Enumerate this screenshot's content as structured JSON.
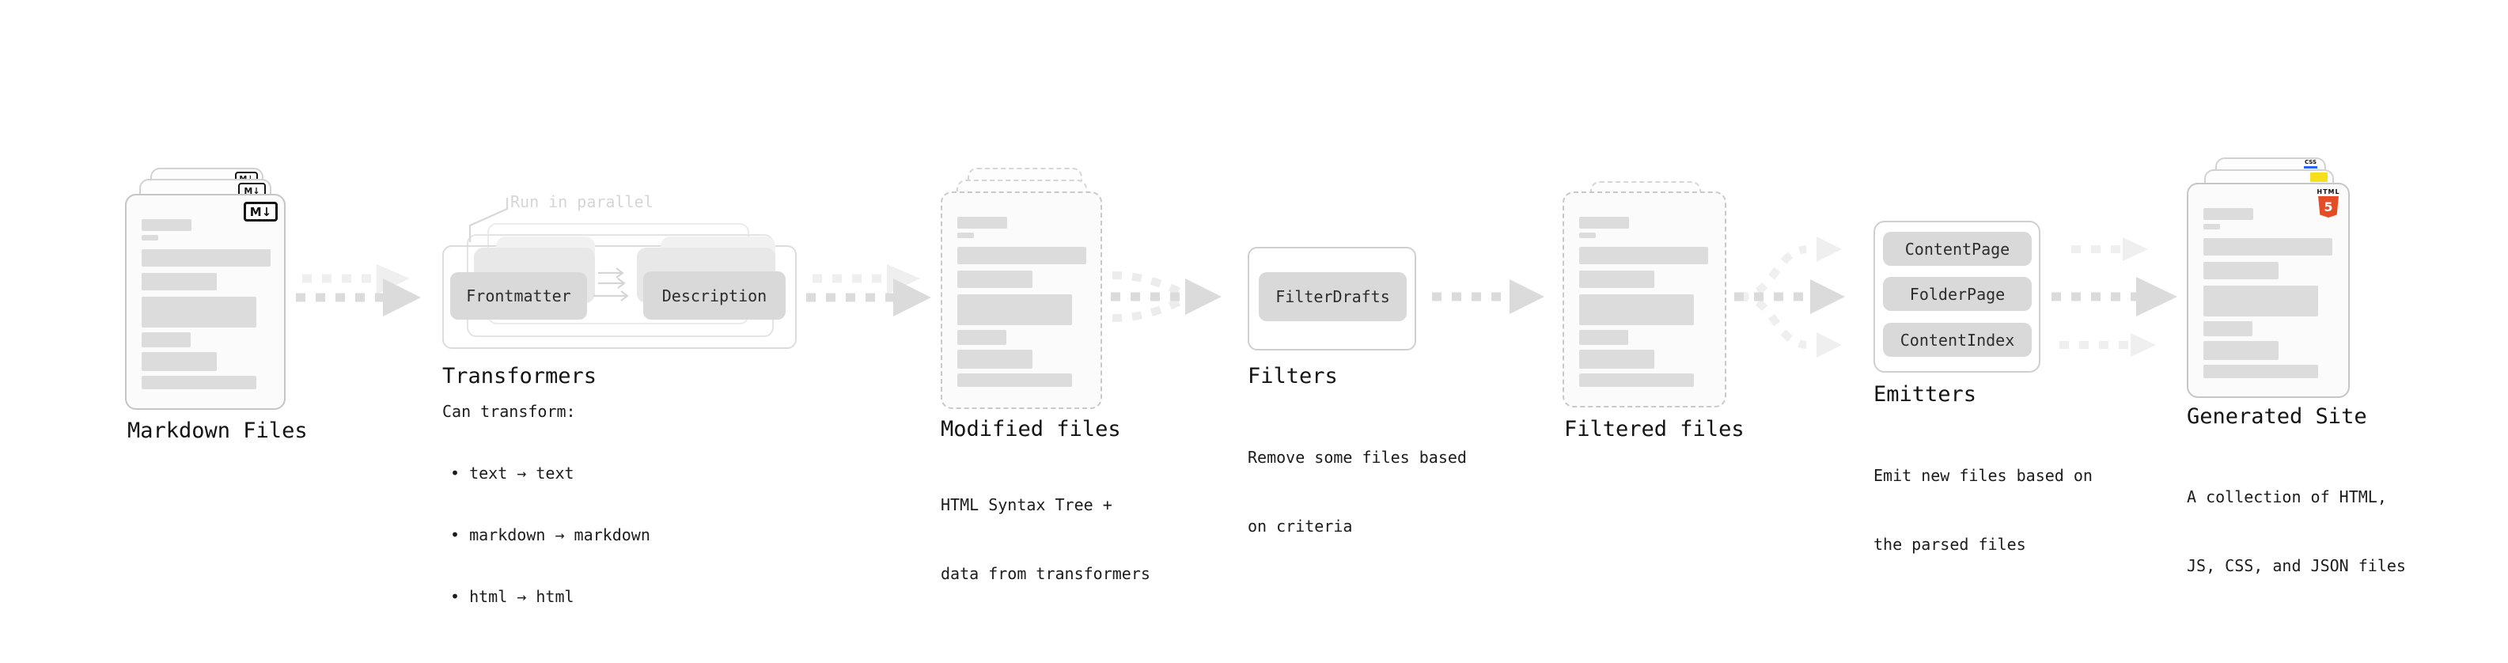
{
  "colors": {
    "html5_orange": "#e44d26",
    "js_yellow": "#f7df1e",
    "css_blue": "#2965f1",
    "placeholder_bar_gray": "#dcdcdc",
    "arrow_dark": "#dbdbdb",
    "arrow_light": "#efefef"
  },
  "markdown_files": {
    "label": "Markdown Files",
    "badge": "M↓"
  },
  "transformers": {
    "note": "Run in parallel",
    "pill_left": "Frontmatter",
    "pill_right": "Description",
    "title": "Transformers",
    "desc_heading": "Can transform:",
    "bullets": [
      "• text → text",
      "• markdown → markdown",
      "• html → html"
    ]
  },
  "modified_files": {
    "label": "Modified files",
    "desc": [
      "HTML Syntax Tree +",
      "data from transformers"
    ]
  },
  "filters": {
    "title": "Filters",
    "pill": "FilterDrafts",
    "desc": [
      "Remove some files based",
      "on criteria"
    ]
  },
  "filtered_files": {
    "label": "Filtered files"
  },
  "emitters": {
    "title": "Emitters",
    "pills": [
      "ContentPage",
      "FolderPage",
      "ContentIndex"
    ],
    "desc": [
      "Emit new files based on",
      "the parsed files"
    ]
  },
  "generated_site": {
    "label": "Generated Site",
    "desc": [
      "A collection of HTML,",
      "JS, CSS, and JSON files"
    ],
    "badge_html_word": "HTML",
    "badge_html_number": "5",
    "badge_css": "CSS"
  }
}
